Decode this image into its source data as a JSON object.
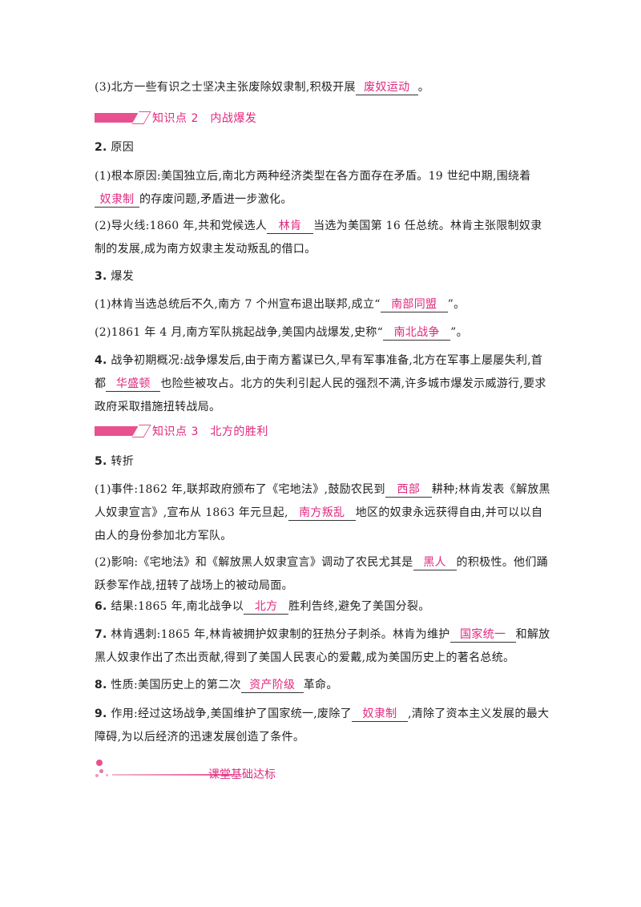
{
  "p1": {
    "pre": "(3)北方一些有识之士坚决主张废除奴隶制,积极开展",
    "blank": "废奴运动",
    "post": "。"
  },
  "sec2": {
    "title": "知识点 2　内战爆发"
  },
  "h2": {
    "num": "2.",
    "text": " 原因"
  },
  "p2": {
    "pre": "(1)根本原因:美国独立后,南北方两种经济类型在各方面存在矛盾。19 世纪中期,围绕着",
    "blank": "奴隶制",
    "post": "的存废问题,矛盾进一步激化。"
  },
  "p3": {
    "pre": "(2)导火线:1860 年,共和党候选人",
    "blank": "林肯",
    "post": "当选为美国第 16 任总统。林肯主张限制奴隶制的发展,成为南方奴隶主发动叛乱的借口。"
  },
  "h3": {
    "num": "3.",
    "text": " 爆发"
  },
  "p4": {
    "pre": "(1)林肯当选总统后不久,南方 7 个州宣布退出联邦,成立“",
    "blank": "南部同盟",
    "post": "”。"
  },
  "p5": {
    "pre": "(2)1861 年 4 月,南方军队挑起战争,美国内战爆发,史称“",
    "blank": "南北战争",
    "post": "”。"
  },
  "p6": {
    "num": "4.",
    "pre": " 战争初期概况:战争爆发后,由于南方蓄谋已久,早有军事准备,北方在军事上屡屡失利,首都",
    "blank": "华盛顿",
    "post": "也险些被攻占。北方的失利引起人民的强烈不满,许多城市爆发示威游行,要求政府采取措施扭转战局。"
  },
  "sec3": {
    "title": "知识点 3　北方的胜利"
  },
  "h5": {
    "num": "5.",
    "text": " 转折"
  },
  "p7": {
    "pre": "(1)事件:1862 年,联邦政府颁布了《宅地法》,鼓励农民到",
    "blank": "西部",
    "mid": "耕种;林肯发表《解放黑人奴隶宣言》,宣布从 1863 年元旦起,",
    "blank2": "南方叛乱",
    "post": "地区的奴隶永远获得自由,并可以以自由人的身份参加北方军队。"
  },
  "p8": {
    "pre": "(2)影响:《宅地法》和《解放黑人奴隶宣言》调动了农民尤其是",
    "blank": "黑人",
    "post": "的积极性。他们踊跃参军作战,扭转了战场上的被动局面。"
  },
  "p9": {
    "num": "6.",
    "pre": " 结果:1865 年,南北战争以",
    "blank": "北方",
    "post": "胜利告终,避免了美国分裂。"
  },
  "p10": {
    "num": "7.",
    "pre": " 林肯遇刺:1865 年,林肯被拥护奴隶制的狂热分子刺杀。林肯为维护",
    "blank": "国家统一",
    "post": "和解放黑人奴隶作出了杰出贡献,得到了美国人民衷心的爱戴,成为美国历史上的著名总统。"
  },
  "p11": {
    "num": "8.",
    "pre": " 性质:美国历史上的第二次",
    "blank": "资产阶级",
    "post": "革命。"
  },
  "p12": {
    "num": "9.",
    "pre": " 作用:经过这场战争,美国维护了国家统一,废除了",
    "blank": "奴隶制",
    "post": ",清除了资本主义发展的最大障碍,为以后经济的迅速发展创造了条件。"
  },
  "footer": {
    "title": "课堂基础达标"
  },
  "colors": {
    "accent": "#e0287d",
    "bar": "#e8508f"
  }
}
